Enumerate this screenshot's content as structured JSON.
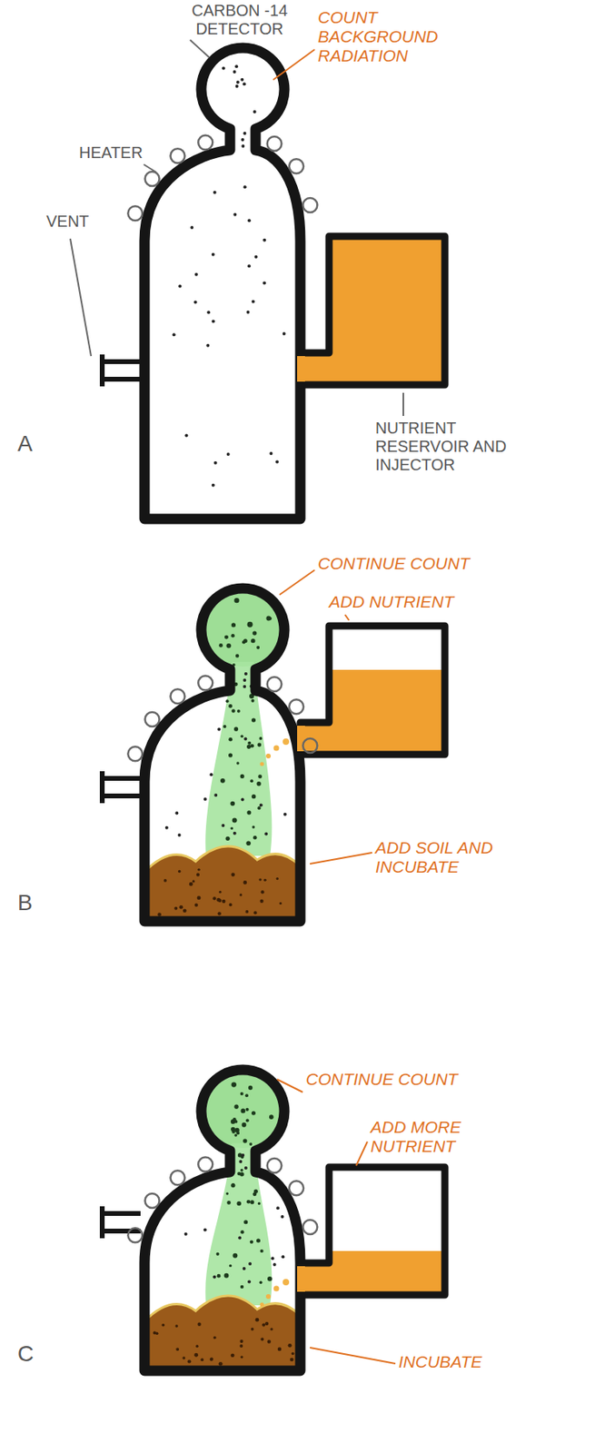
{
  "diagram": {
    "labels": [
      "CARBON -14 DETECTOR",
      "COUNT BACKGROUND RADIATION",
      "HEATER",
      "VENT",
      "A",
      "NUTRIENT RESERVOIR AND INJECTOR",
      "CONTINUE COUNT",
      "ADD NUTRIENT",
      "ADD SOIL AND INCUBATE",
      "B",
      "CONTINUE COUNT",
      "ADD MORE NUTRIENT",
      "INCUBATE",
      "C"
    ]
  }
}
